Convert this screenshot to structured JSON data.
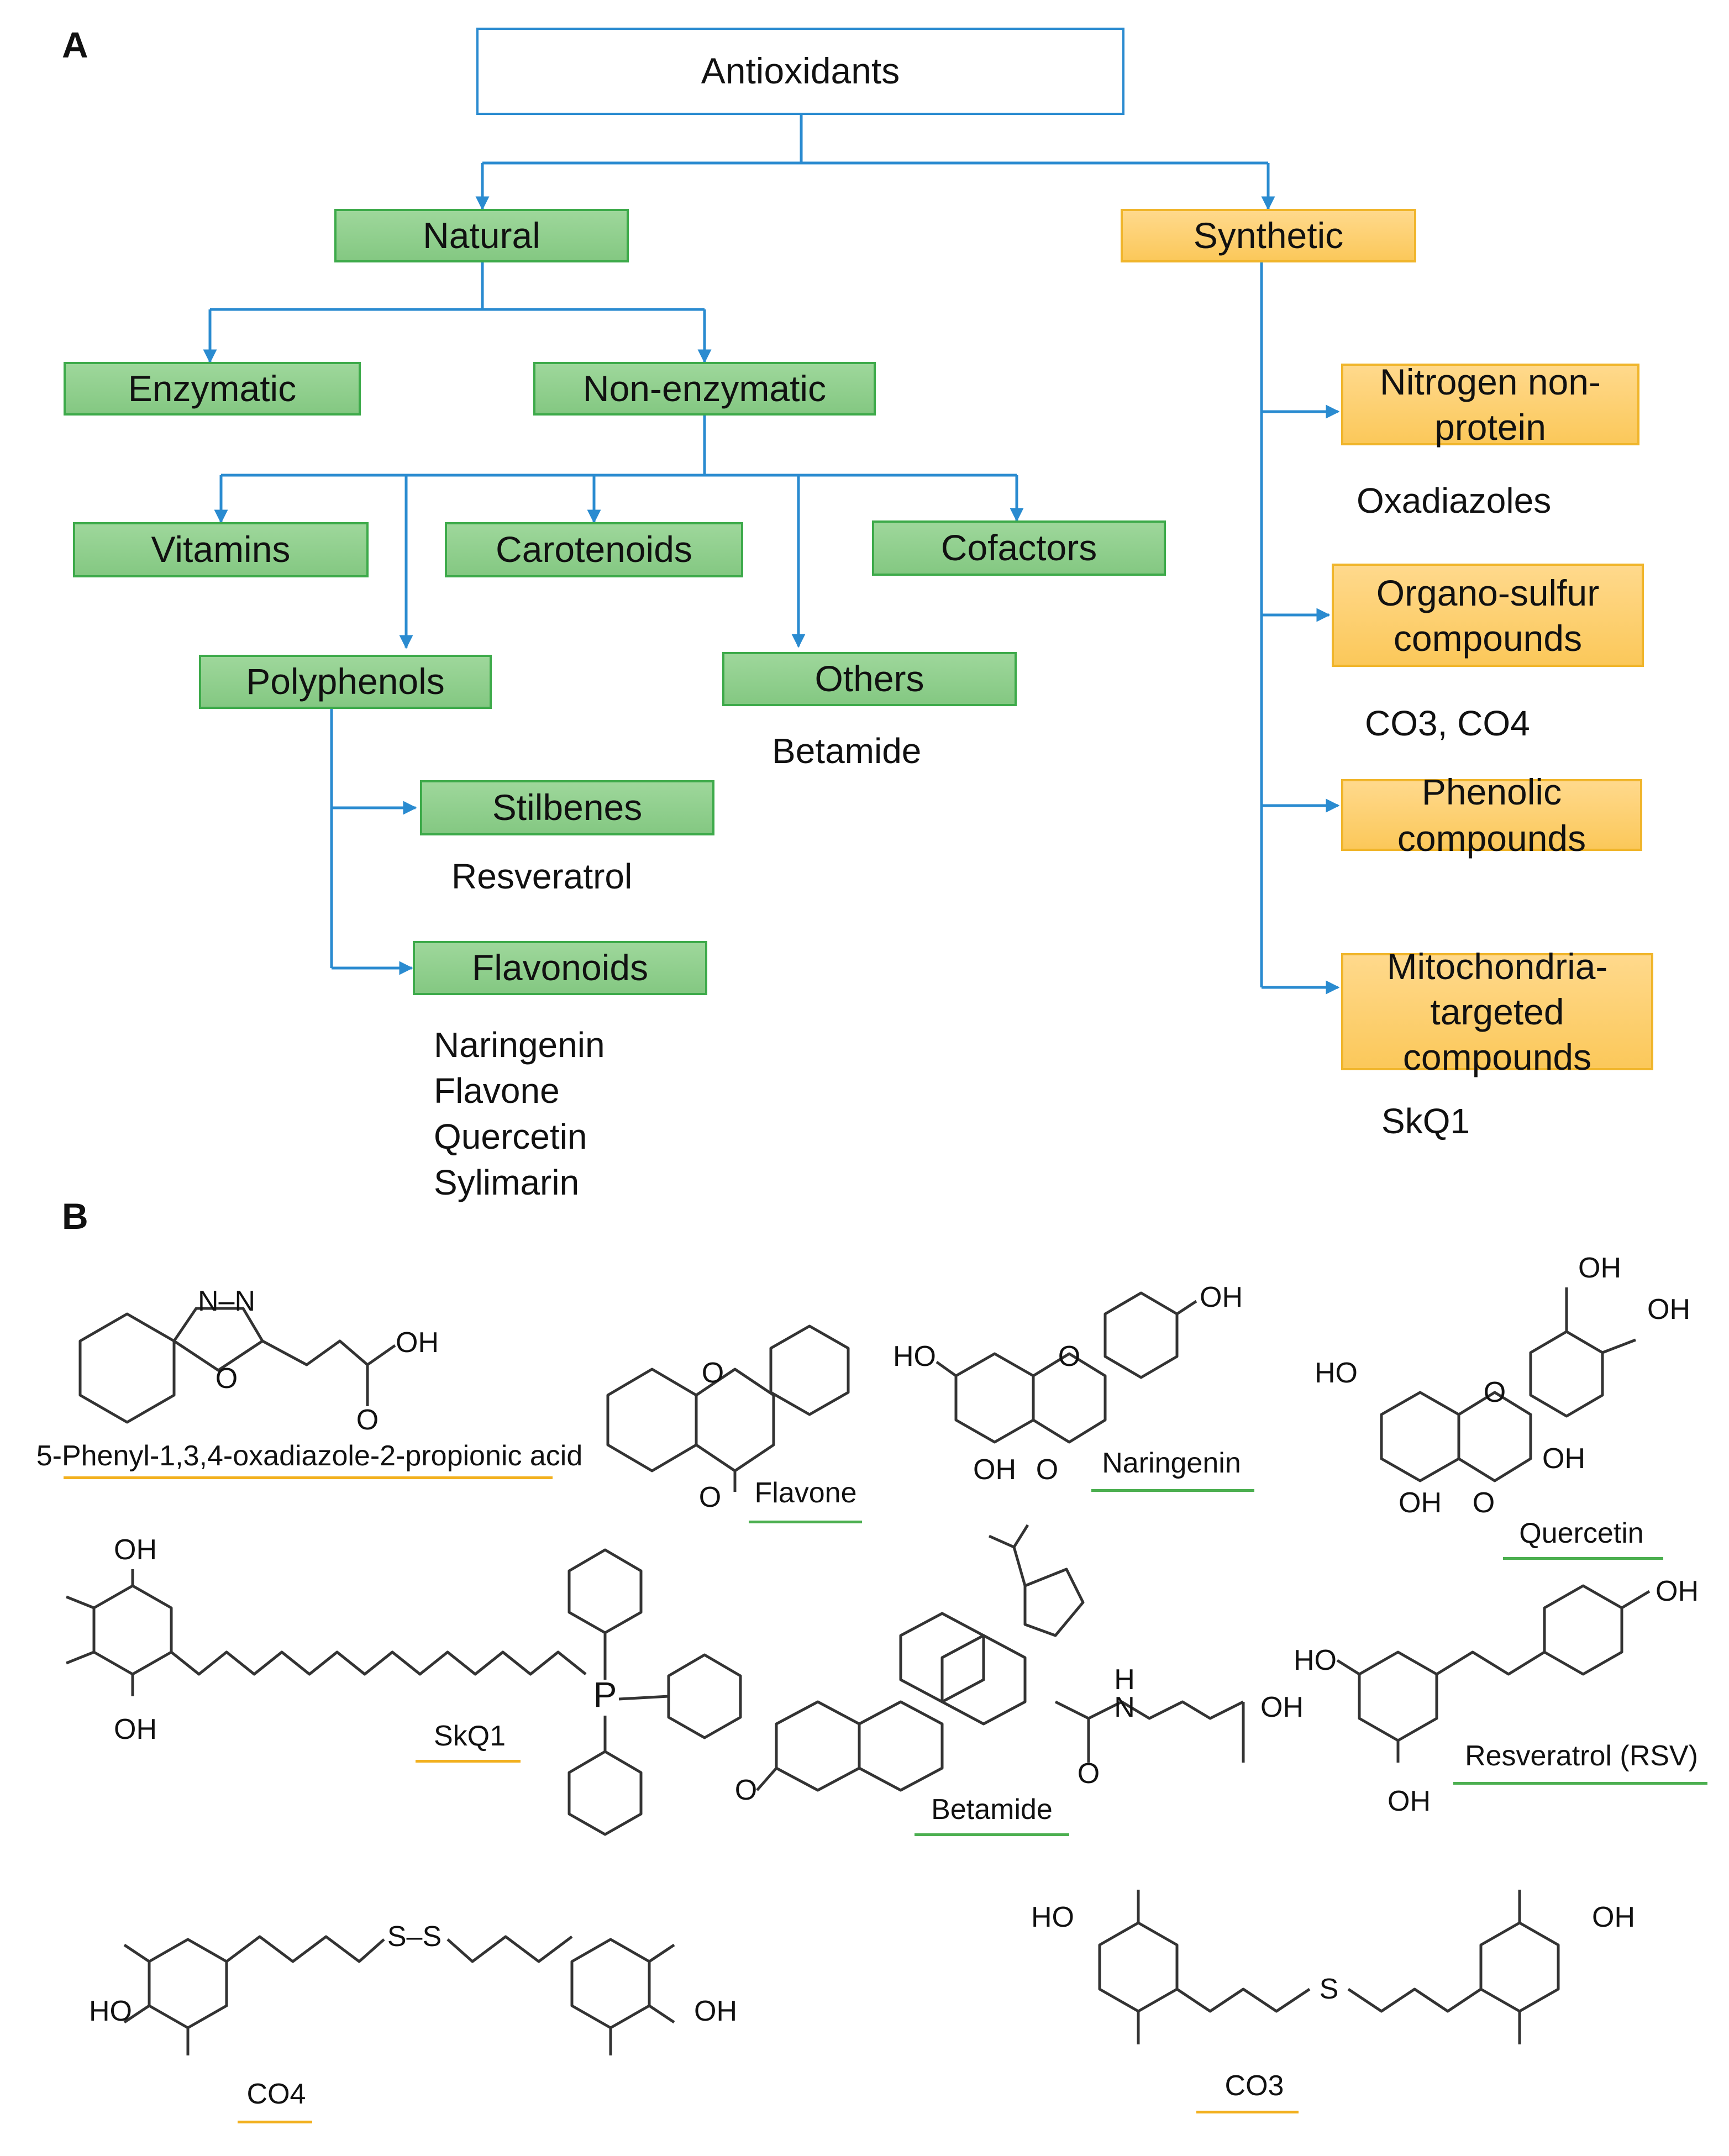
{
  "panel_a": {
    "label": "A",
    "root": "Antioxidants",
    "natural": {
      "label": "Natural",
      "enzymatic": "Enzymatic",
      "non_enzymatic": "Non-enzymatic",
      "vitamins": "Vitamins",
      "carotenoids": "Carotenoids",
      "cofactors": "Cofactors",
      "polyphenols": "Polyphenols",
      "others": "Others",
      "others_examples": [
        "Betamide"
      ],
      "stilbenes": "Stilbenes",
      "stilbenes_examples": [
        "Resveratrol"
      ],
      "flavonoids": "Flavonoids",
      "flavonoids_examples": [
        "Naringenin",
        "Flavone",
        "Quercetin",
        "Sylimarin"
      ]
    },
    "synthetic": {
      "label": "Synthetic",
      "nitrogen": [
        "Nitrogen non-",
        "protein"
      ],
      "nitrogen_examples": [
        "Oxadiazoles"
      ],
      "organosulfur": [
        "Organo-sulfur",
        "compounds"
      ],
      "organosulfur_examples": [
        "CO3, CO4"
      ],
      "phenolic": [
        "Phenolic",
        "compounds"
      ],
      "mito": [
        "Mitochondria-",
        "targeted",
        "compounds"
      ],
      "mito_examples": [
        "SkQ1"
      ]
    }
  },
  "panel_b": {
    "label": "B",
    "compounds": [
      {
        "name": "5-Phenyl-1,3,4-oxadiazole-2-propionic acid",
        "category": "synthetic",
        "atoms": [
          "N–N",
          "O",
          "OH",
          "O"
        ]
      },
      {
        "name": "Flavone",
        "category": "natural",
        "atoms": [
          "O",
          "O"
        ]
      },
      {
        "name": "Naringenin",
        "category": "natural",
        "atoms": [
          "HO",
          "O",
          "OH",
          "OH",
          "O"
        ]
      },
      {
        "name": "Quercetin",
        "category": "natural",
        "atoms": [
          "OH",
          "OH",
          "HO",
          "O",
          "OH",
          "OH",
          "O"
        ]
      },
      {
        "name": "SkQ1",
        "category": "synthetic",
        "atoms": [
          "OH",
          "OH",
          "P"
        ]
      },
      {
        "name": "Betamide",
        "category": "natural",
        "atoms": [
          "H",
          "N",
          "OH",
          "O",
          "O"
        ]
      },
      {
        "name": "Resveratrol (RSV)",
        "category": "natural",
        "atoms": [
          "OH",
          "HO",
          "OH"
        ]
      },
      {
        "name": "CO4",
        "category": "synthetic",
        "atoms": [
          "S–S",
          "HO",
          "OH"
        ]
      },
      {
        "name": "CO3",
        "category": "synthetic",
        "atoms": [
          "HO",
          "OH",
          "S"
        ]
      }
    ]
  },
  "colors": {
    "connector": "#2a8bd0",
    "natural_fill": "#92d08f",
    "natural_border": "#3daa4a",
    "synthetic_fill": "#fdd06e",
    "synthetic_border": "#f0b52b",
    "natural_underline": "#4caf50",
    "synthetic_underline": "#f2b01e"
  }
}
